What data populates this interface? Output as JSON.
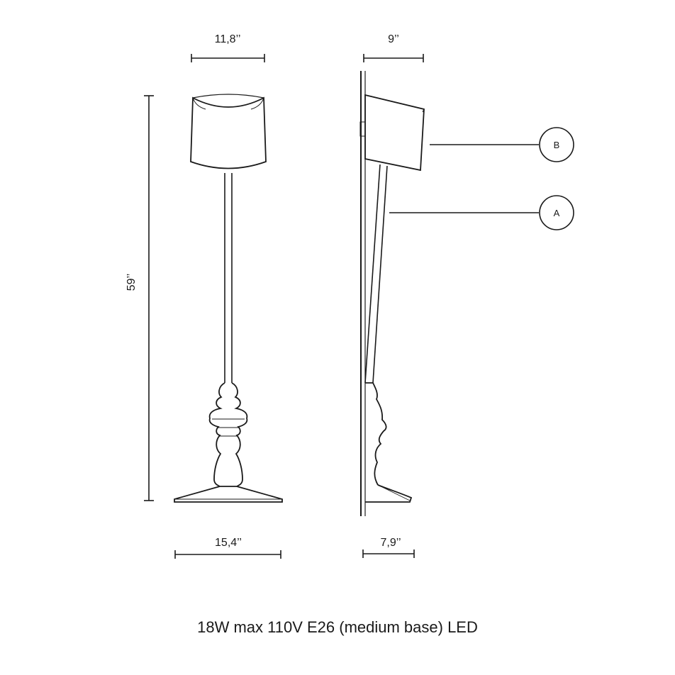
{
  "front_view": {
    "dimensions": {
      "shade_width": "11,8’’",
      "height": "59’’",
      "base_width": "15,4’’"
    }
  },
  "side_view": {
    "dimensions": {
      "depth_top": "9’’",
      "depth_base": "7,9’’"
    },
    "callouts": [
      {
        "id": "B",
        "label": "B"
      },
      {
        "id": "A",
        "label": "A"
      }
    ]
  },
  "spec_line": "18W max 110V E26 (medium base) LED",
  "colors": {
    "line": "#1a1a1a",
    "background": "#ffffff"
  }
}
